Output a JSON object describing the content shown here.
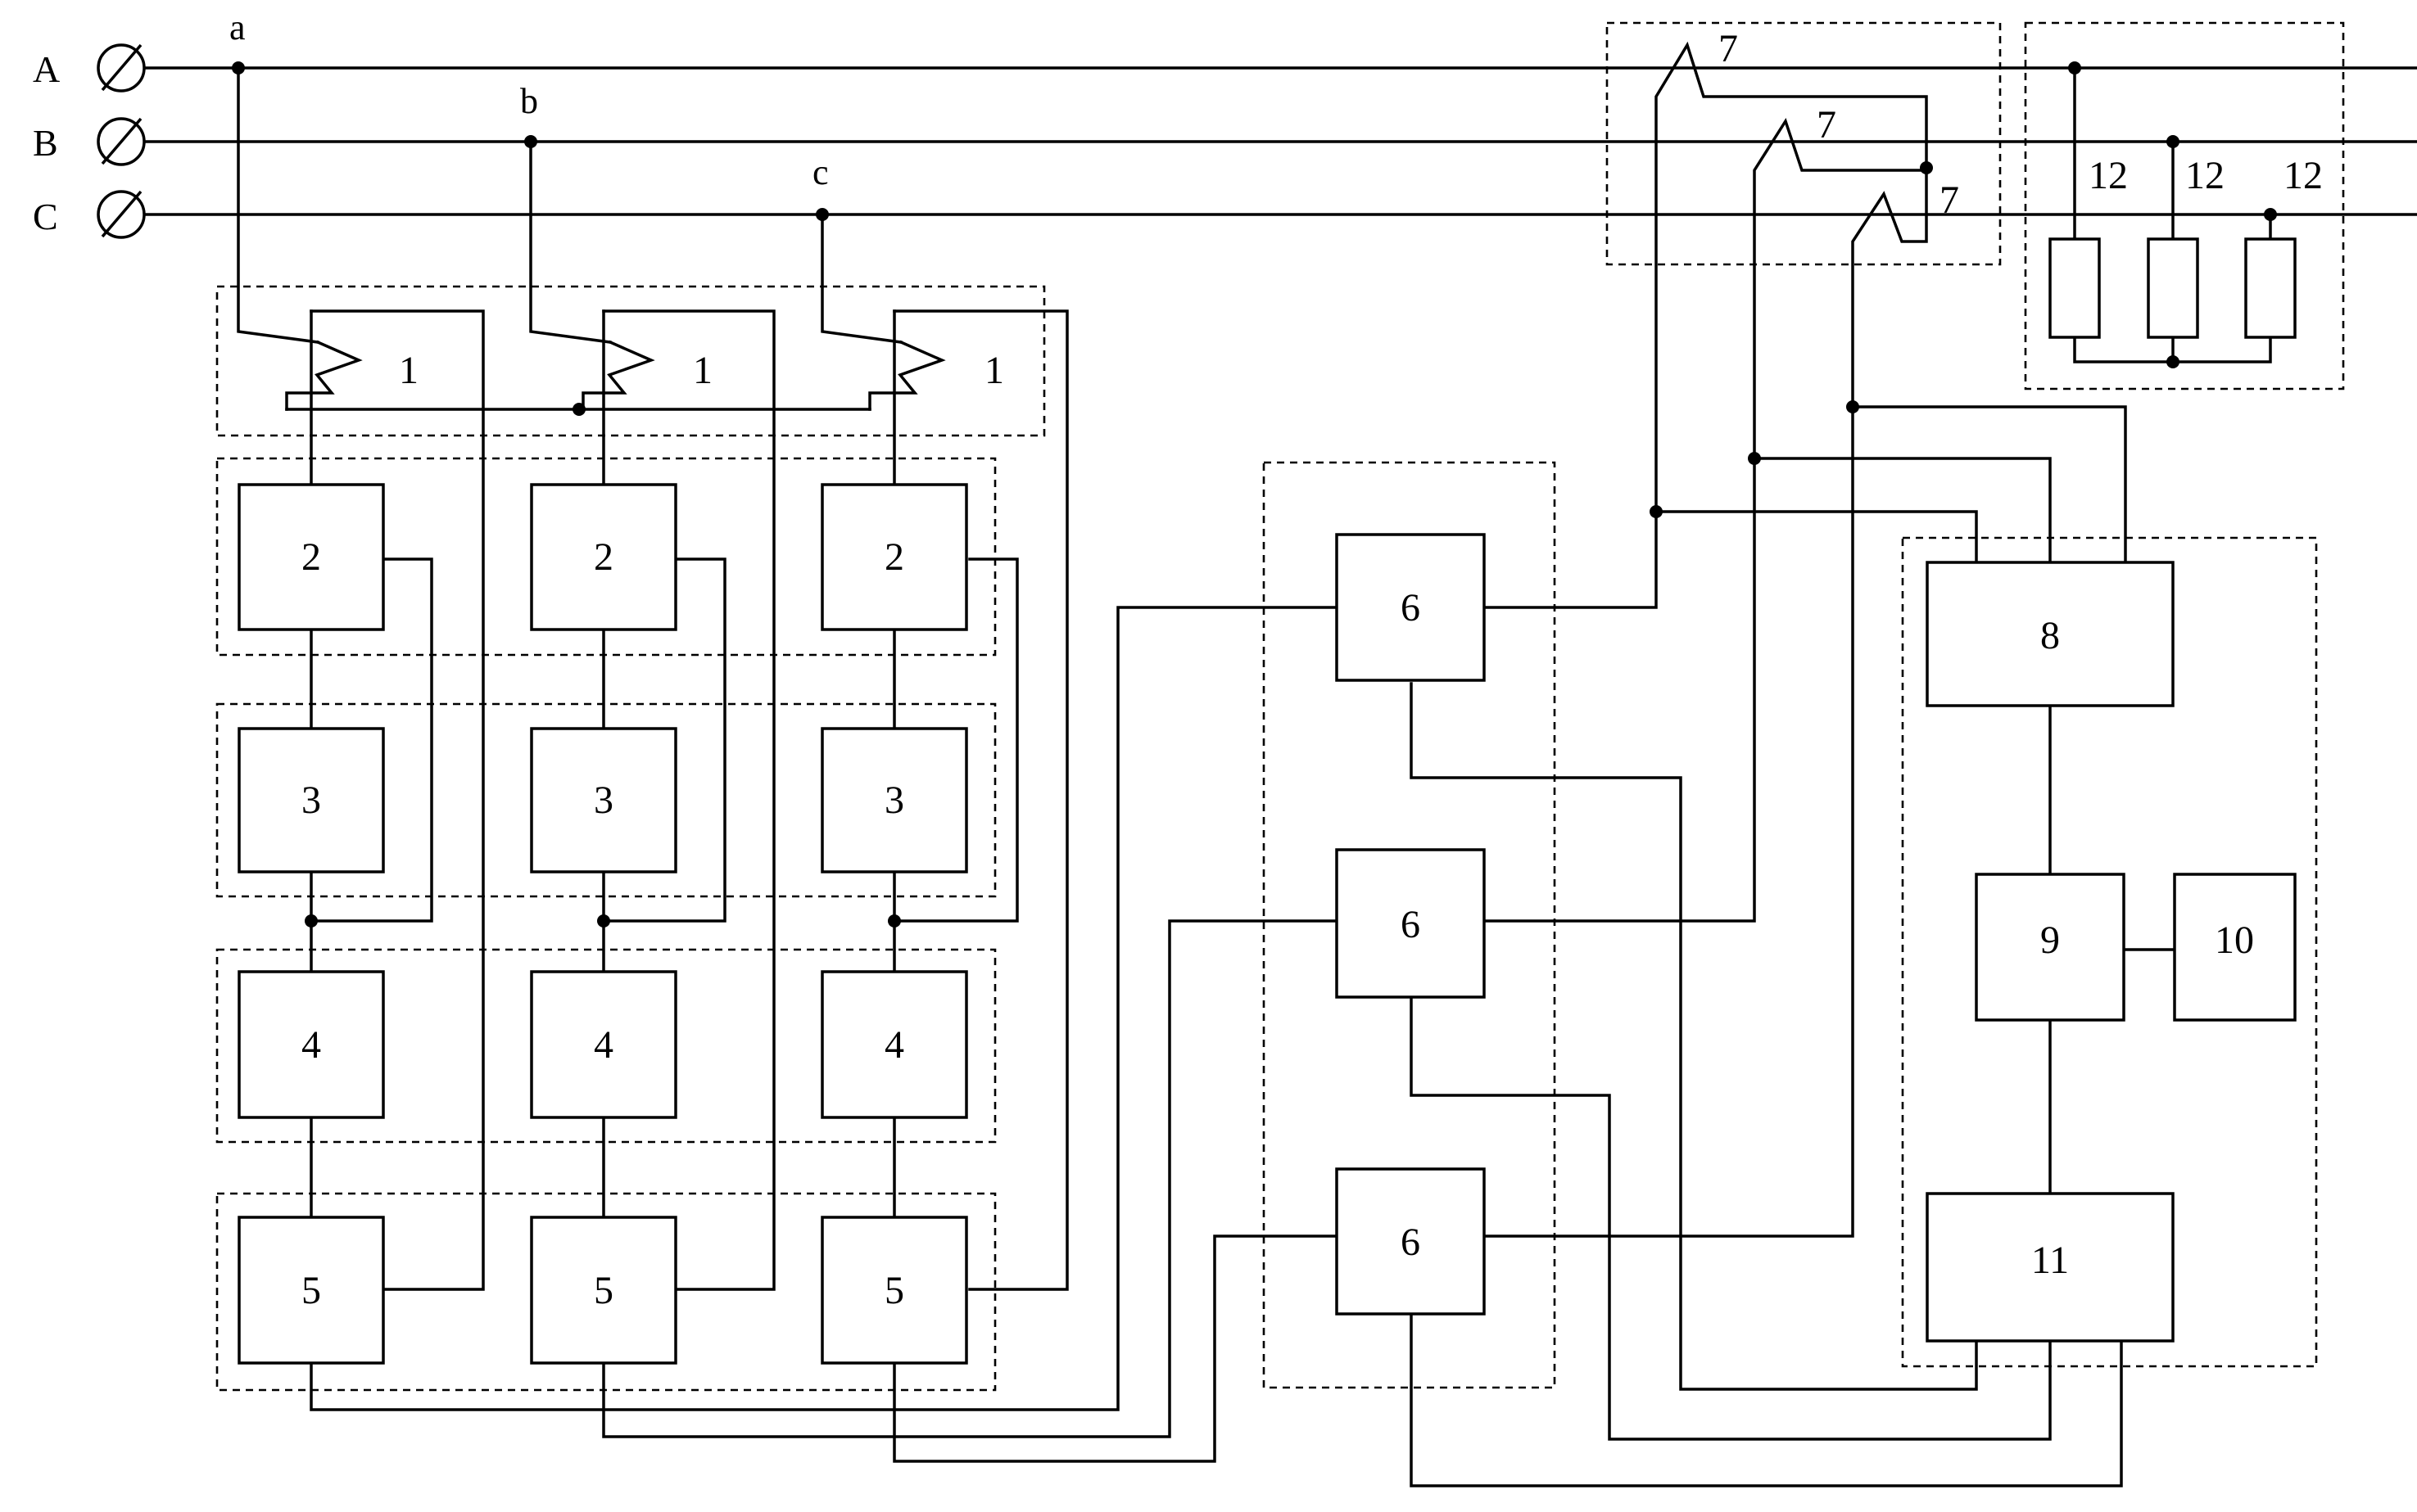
{
  "terminals": {
    "a": "A",
    "b": "B",
    "c": "C"
  },
  "taps": {
    "a": "a",
    "b": "b",
    "c": "c"
  },
  "blocks": {
    "b1": "1",
    "b2": "2",
    "b3": "3",
    "b4": "4",
    "b5": "5",
    "b6": "6",
    "b7": "7",
    "b8": "8",
    "b9": "9",
    "b10": "10",
    "b11": "11",
    "b12": "12"
  }
}
